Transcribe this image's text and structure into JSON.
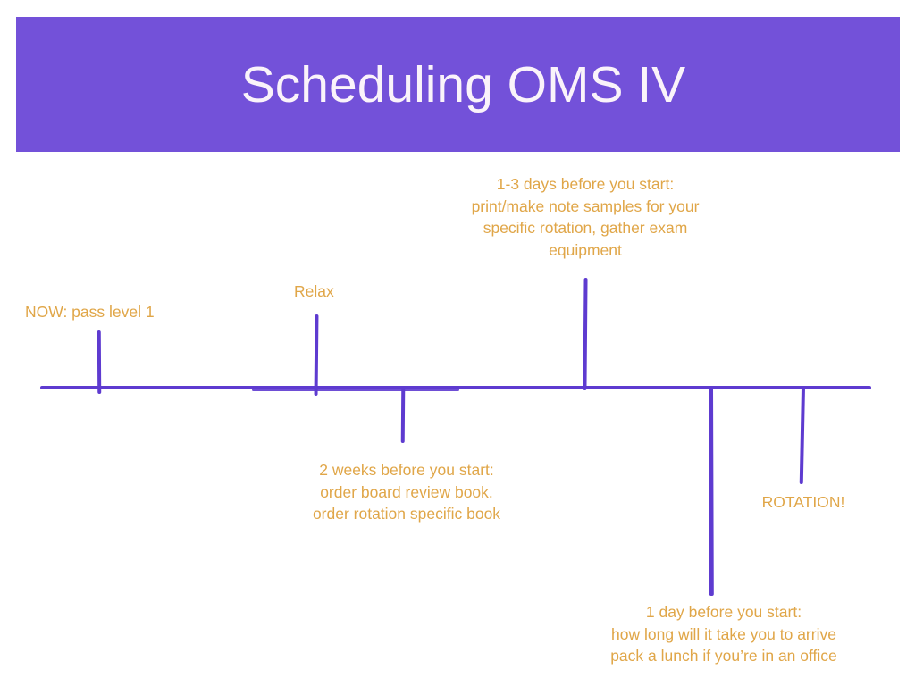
{
  "slide": {
    "title": "Scheduling OMS IV",
    "background_color": "#ffffff",
    "banner_color": "#7351d9",
    "title_text_color": "#faf3fa"
  },
  "timeline": {
    "type": "timeline",
    "line_color": "#5e3bd0",
    "annotation_text_color": "#e0a648",
    "annotations": {
      "now": "NOW: pass level 1",
      "relax": "Relax",
      "two_weeks": "2 weeks before you start:\norder board review book.\norder rotation specific book",
      "days_before": "1-3 days before you start:\nprint/make note samples for your\nspecific rotation, gather exam\nequipment",
      "one_day": "1 day before you start:\nhow long will it take you to arrive\npack a lunch if you’re in an office",
      "rotation": "ROTATION!"
    },
    "events_in_order": [
      "NOW: pass level 1",
      "Relax",
      "2 weeks before you start: order board review book. order rotation specific book",
      "1-3 days before you start: print/make note samples for your specific rotation, gather exam equipment",
      "1 day before you start: how long will it take you to arrive, pack a lunch if you’re in an office",
      "ROTATION!"
    ]
  }
}
